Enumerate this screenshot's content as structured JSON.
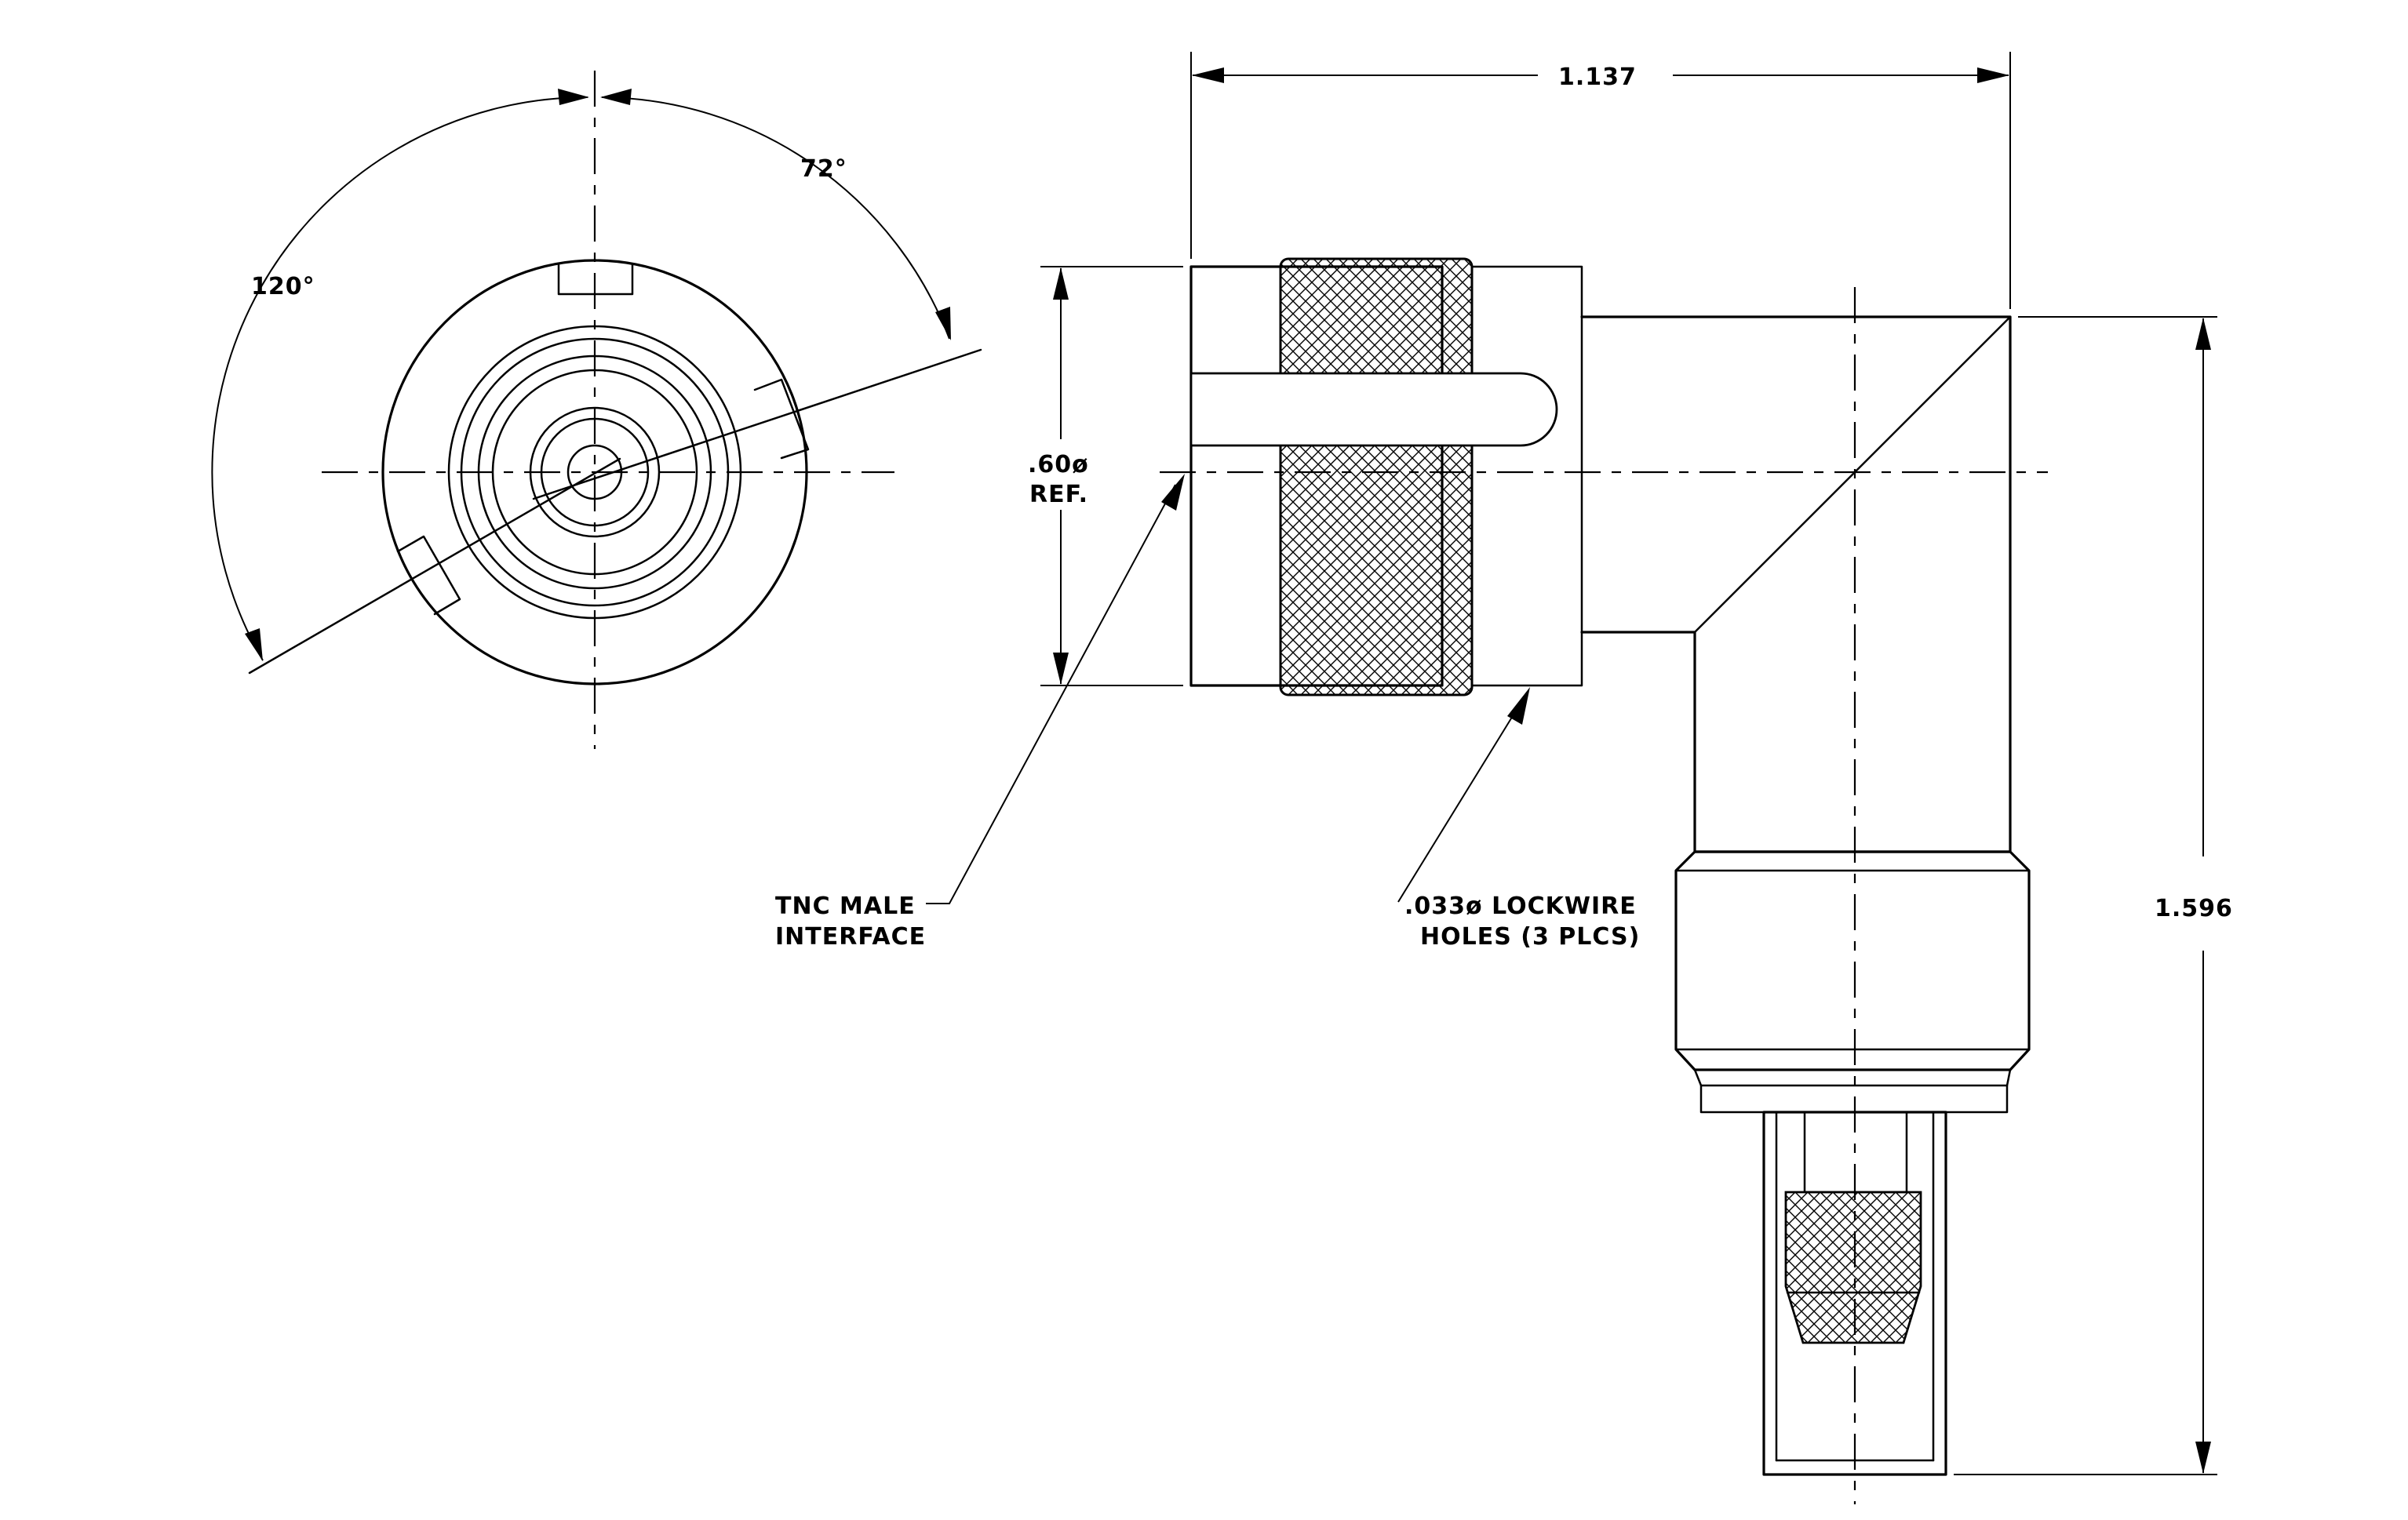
{
  "dimensions": {
    "overall_length": "1.137",
    "overall_height": "1.596",
    "diameter_ref_line1": ".60ø",
    "diameter_ref_line2": "REF."
  },
  "angles": {
    "upper": "72°",
    "left": "120°"
  },
  "callouts": {
    "interface_line1": "TNC MALE",
    "interface_line2": "INTERFACE",
    "lockwire_line1": ".033ø LOCKWIRE",
    "lockwire_line2": "HOLES (3 PLCS)"
  }
}
